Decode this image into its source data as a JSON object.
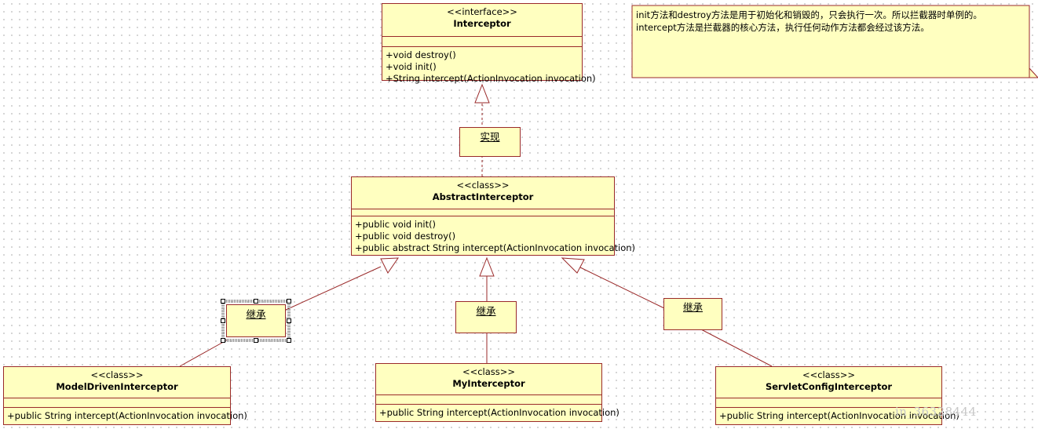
{
  "colors": {
    "fill": "#ffffc0",
    "border": "#9a2a2a"
  },
  "interface_box": {
    "stereotype": "<<interface>>",
    "name": "Interceptor",
    "operations": [
      "+void destroy()",
      "+void init()",
      "+String intercept(ActionInvocation invocation)"
    ]
  },
  "abstract_box": {
    "stereotype": "<<class>>",
    "name": "AbstractInterceptor",
    "operations": [
      "+public void init()",
      "+public void destroy()",
      "+public abstract String intercept(ActionInvocation invocation)"
    ]
  },
  "model_driven_box": {
    "stereotype": "<<class>>",
    "name": "ModelDrivenInterceptor",
    "operations": [
      "+public String intercept(ActionInvocation invocation)"
    ]
  },
  "my_box": {
    "stereotype": "<<class>>",
    "name": "MyInterceptor",
    "operations": [
      "+public String intercept(ActionInvocation invocation)"
    ]
  },
  "servlet_box": {
    "stereotype": "<<class>>",
    "name": "ServletConfigInterceptor",
    "operations": [
      "+public String intercept(ActionInvocation invocation)"
    ]
  },
  "labels": {
    "realize": "实现",
    "inherit_left": "继承",
    "inherit_mid": "继承",
    "inherit_right": "继承"
  },
  "note": {
    "lines": [
      "init方法和destroy方法是用于初始化和销毁的，只会执行一次。所以拦截器时单例的。",
      "intercept方法是拦截器的核心方法，执行任何动作方法都会经过该方法。"
    ]
  },
  "watermark": "in_36328444"
}
